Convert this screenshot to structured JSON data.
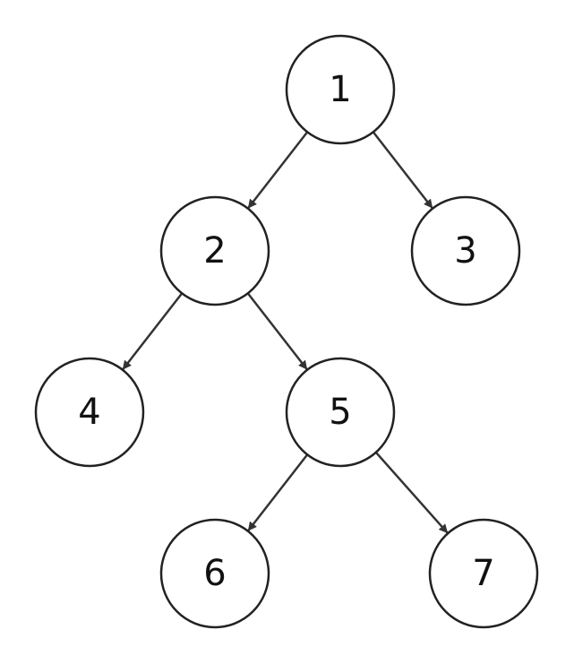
{
  "diagram": {
    "type": "binary-tree",
    "colors": {
      "stroke": "#222222",
      "edge": "#333333",
      "fill": "#ffffff",
      "text": "#111111"
    },
    "nodes": [
      {
        "id": "1",
        "label": "1"
      },
      {
        "id": "2",
        "label": "2"
      },
      {
        "id": "3",
        "label": "3"
      },
      {
        "id": "4",
        "label": "4"
      },
      {
        "id": "5",
        "label": "5"
      },
      {
        "id": "6",
        "label": "6"
      },
      {
        "id": "7",
        "label": "7"
      }
    ],
    "edges": [
      {
        "from": "1",
        "to": "2"
      },
      {
        "from": "1",
        "to": "3"
      },
      {
        "from": "2",
        "to": "4"
      },
      {
        "from": "2",
        "to": "5"
      },
      {
        "from": "5",
        "to": "6"
      },
      {
        "from": "5",
        "to": "7"
      }
    ]
  }
}
